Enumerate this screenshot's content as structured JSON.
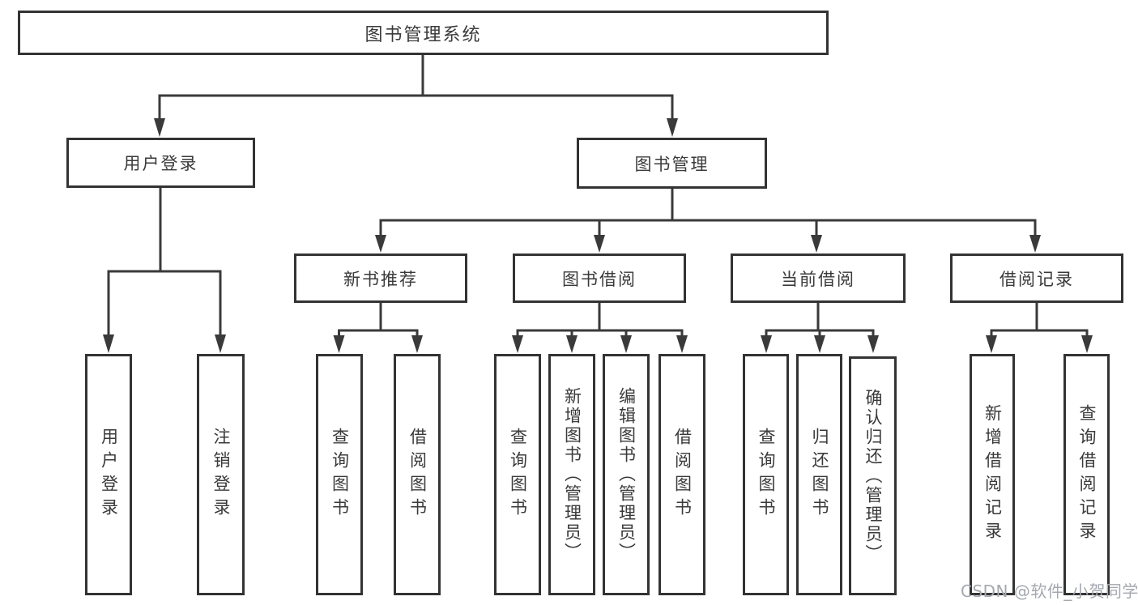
{
  "diagram": {
    "title": "图书管理系统",
    "root": "图书管理系统",
    "branches": {
      "user": {
        "label": "用户登录",
        "children": [
          "用户登录",
          "注销登录"
        ]
      },
      "book": {
        "label": "图书管理",
        "modules": [
          {
            "label": "新书推荐",
            "children": [
              "查询图书",
              "借阅图书"
            ]
          },
          {
            "label": "图书借阅",
            "children": [
              "查询图书",
              "新增图书（管理员）",
              "编辑图书（管理员）",
              "借阅图书"
            ]
          },
          {
            "label": "当前借阅",
            "children": [
              "查询图书",
              "归还图书",
              "确认归还（管理员）"
            ]
          },
          {
            "label": "借阅记录",
            "children": [
              "新增借阅记录",
              "查询借阅记录"
            ]
          }
        ]
      }
    },
    "colors": {
      "line": "#3a3a3a",
      "border": "#333333",
      "text": "#3a3a3a",
      "background": "#ffffff",
      "watermark": "#a4a8af"
    }
  },
  "watermark": "CSDN @软件_小贺同学"
}
